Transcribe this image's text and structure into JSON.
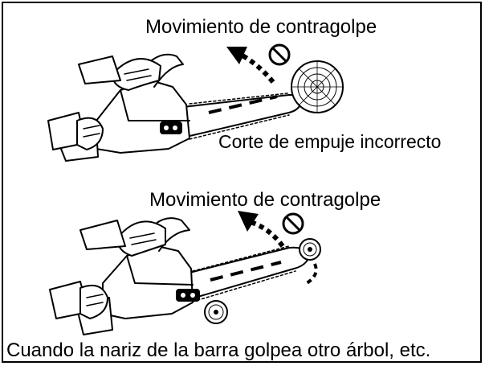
{
  "figure": {
    "top_panel": {
      "title": "Movimiento de contragolpe",
      "caption": "Corte de empuje incorrecto"
    },
    "bottom_panel": {
      "title": "Movimiento de contragolpe",
      "caption": "Cuando la nariz de la barra golpea otro árbol, etc."
    },
    "icons": [
      "chainsaw-illustration",
      "prohibition-icon",
      "kickback-arrow-icon",
      "log-cross-section",
      "tree-trunk-icon"
    ]
  }
}
